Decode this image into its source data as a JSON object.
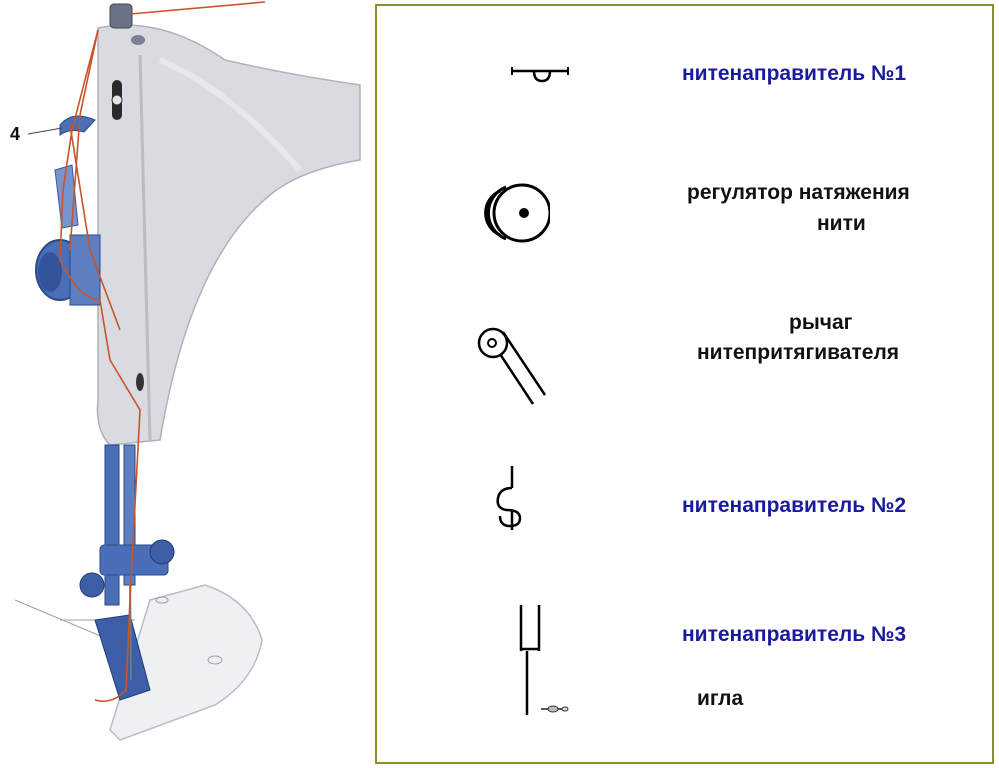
{
  "machine": {
    "callout_number": "4"
  },
  "colors": {
    "thread": "#c8542a",
    "machine_body": "#d9dbe0",
    "metal_blue": "#4a6fb8",
    "frame": "#8e8e2a",
    "accent_label": "#1a1a9e",
    "plain_label": "#111111"
  },
  "legend": {
    "items": [
      {
        "symbol": "thread-guide-1-symbol",
        "label": "нитенаправитель №1",
        "highlight": true
      },
      {
        "symbol": "tension-regulator-symbol",
        "label_line1": "регулятор натяжения",
        "label_line2": "нити",
        "highlight": false
      },
      {
        "symbol": "take-up-lever-symbol",
        "label_line1": "рычаг",
        "label_line2": "нитепритягивателя",
        "highlight": false
      },
      {
        "symbol": "thread-guide-2-symbol",
        "label": "нитенаправитель №2",
        "highlight": true
      },
      {
        "symbol": "thread-guide-3-symbol",
        "label": "нитенаправитель №3",
        "highlight": true
      },
      {
        "symbol": "needle-symbol",
        "label": "игла",
        "highlight": false
      }
    ]
  }
}
